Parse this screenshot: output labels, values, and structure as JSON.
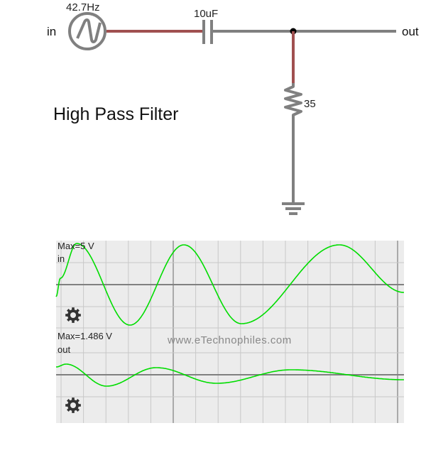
{
  "circuit": {
    "source_label": "42.7Hz",
    "input_label": "in",
    "output_label": "out",
    "capacitor_label": "10uF",
    "resistor_label": "35",
    "title": "High Pass Filter"
  },
  "scope": {
    "watermark": "www.eTechnophiles.com",
    "channels": [
      {
        "max_label": "Max=5 V",
        "name": "in"
      },
      {
        "max_label": "Max=1.486 V",
        "name": "out"
      }
    ]
  },
  "colors": {
    "wire": "#808080",
    "live_wire": "#a05050",
    "trace": "#00dd00",
    "grid": "#c0c0c0",
    "axis": "#808080"
  },
  "icons": [
    "ac-source-icon",
    "capacitor-icon",
    "resistor-icon",
    "ground-icon",
    "gear-icon"
  ]
}
